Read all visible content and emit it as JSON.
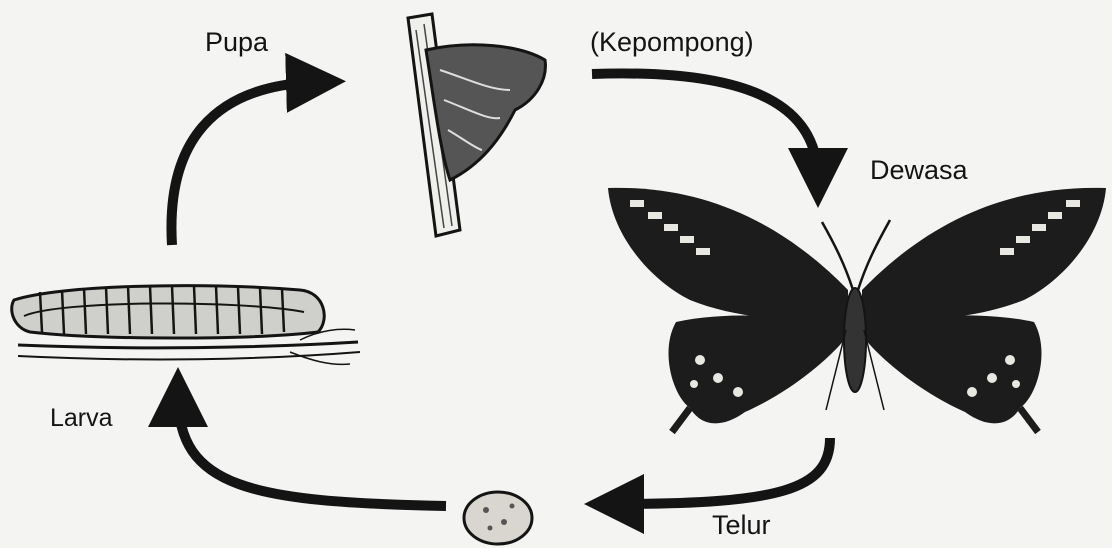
{
  "stages": {
    "pupa": "Pupa",
    "pupa_alt": "(Kepompong)",
    "adult": "Dewasa",
    "larva": "Larva",
    "egg": "Telur"
  },
  "colors": {
    "ink": "#141414",
    "paper": "#f4f4f2",
    "wing_spot": "#e9e7e1"
  },
  "cycle_order": [
    "Telur",
    "Larva",
    "Pupa",
    "Dewasa"
  ]
}
